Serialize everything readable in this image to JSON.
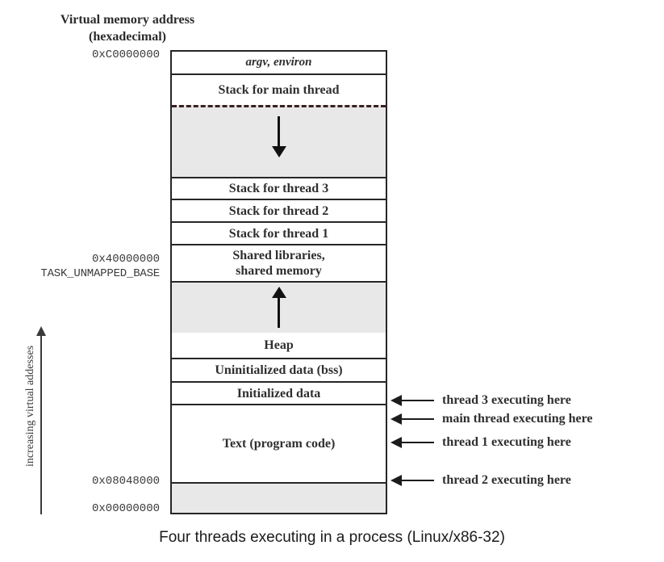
{
  "header": {
    "title_line1": "Virtual memory address",
    "title_line2": "(hexadecimal)"
  },
  "axis": {
    "vertical_label": "increasing virtual addesses"
  },
  "addresses": {
    "top": "0xC0000000",
    "task_unmapped": "0x40000000",
    "task_unmapped_name": "TASK_UNMAPPED_BASE",
    "text_start": "0x08048000",
    "zero": "0x00000000"
  },
  "segments": [
    {
      "id": "argv-environ",
      "label": "argv, environ",
      "style": "italic"
    },
    {
      "id": "stack-main-thread",
      "label": "Stack for main thread",
      "style": "plain"
    },
    {
      "id": "stack-gap",
      "label": "",
      "style": "gray"
    },
    {
      "id": "stack-thread-3",
      "label": "Stack for thread 3",
      "style": "plain"
    },
    {
      "id": "stack-thread-2",
      "label": "Stack for thread 2",
      "style": "plain"
    },
    {
      "id": "stack-thread-1",
      "label": "Stack for thread 1",
      "style": "plain"
    },
    {
      "id": "shared-libraries",
      "label": "Shared libraries,\nshared memory",
      "style": "plain"
    },
    {
      "id": "heap-gap",
      "label": "",
      "style": "gray"
    },
    {
      "id": "heap",
      "label": "Heap",
      "style": "plain"
    },
    {
      "id": "bss",
      "label": "Uninitialized data (bss)",
      "style": "plain"
    },
    {
      "id": "initialized-data",
      "label": "Initialized data",
      "style": "plain"
    },
    {
      "id": "text",
      "label": "Text (program code)",
      "style": "plain"
    },
    {
      "id": "reserved-low",
      "label": "",
      "style": "gray"
    }
  ],
  "segment_labels": {
    "argv_environ": "argv, environ",
    "stack_main": "Stack for main thread",
    "stack_t3": "Stack for thread 3",
    "stack_t2": "Stack for thread 2",
    "stack_t1": "Stack for thread 1",
    "shared_line1": "Shared libraries,",
    "shared_line2": "shared memory",
    "heap": "Heap",
    "bss": "Uninitialized data (bss)",
    "init_data": "Initialized data",
    "text": "Text (program code)"
  },
  "callouts": [
    {
      "id": "thread-3",
      "label": "thread 3 executing here"
    },
    {
      "id": "main-thread",
      "label": "main thread executing here"
    },
    {
      "id": "thread-1",
      "label": "thread 1 executing here"
    },
    {
      "id": "thread-2",
      "label": "thread 2 executing here"
    }
  ],
  "caption": "Four threads executing in a process (Linux/x86-32)",
  "colors": {
    "gray_fill": "#e8e8e8",
    "border": "#262626",
    "dashed": "#3b2020",
    "text": "#2f2f2f",
    "caption": "#1b1b1b"
  }
}
